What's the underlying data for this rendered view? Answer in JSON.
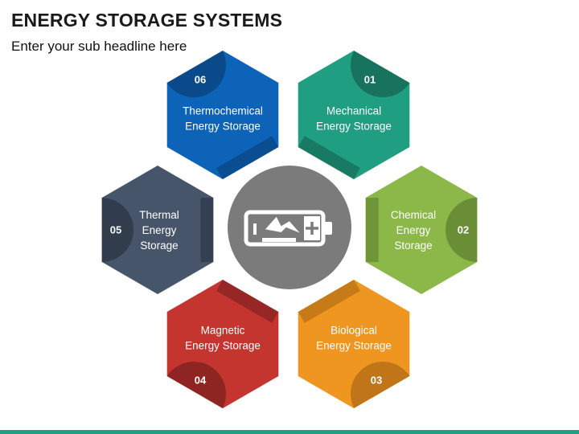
{
  "title": "ENERGY STORAGE SYSTEMS",
  "subtitle": "Enter your sub headline here",
  "center_icon": "battery-charging-icon",
  "items": [
    {
      "number": "01",
      "lines": [
        "Mechanical",
        "Energy Storage"
      ],
      "color": "#1f9e82",
      "dark": "#17735e"
    },
    {
      "number": "02",
      "lines": [
        "Chemical",
        "Energy",
        "Storage"
      ],
      "color": "#8cb84a",
      "dark": "#6a8e36"
    },
    {
      "number": "03",
      "lines": [
        "Biological",
        "Energy Storage"
      ],
      "color": "#ef9620",
      "dark": "#c07518"
    },
    {
      "number": "04",
      "lines": [
        "Magnetic",
        "Energy Storage"
      ],
      "color": "#c43530",
      "dark": "#8f2522"
    },
    {
      "number": "05",
      "lines": [
        "Thermal",
        "Energy",
        "Storage"
      ],
      "color": "#46556a",
      "dark": "#313d4d"
    },
    {
      "number": "06",
      "lines": [
        "Thermochemical",
        "Energy Storage"
      ],
      "color": "#0d63b8",
      "dark": "#0a4a8a"
    }
  ],
  "colors": {
    "center_circle": "#7b7b7b",
    "footer": "#21a085"
  }
}
